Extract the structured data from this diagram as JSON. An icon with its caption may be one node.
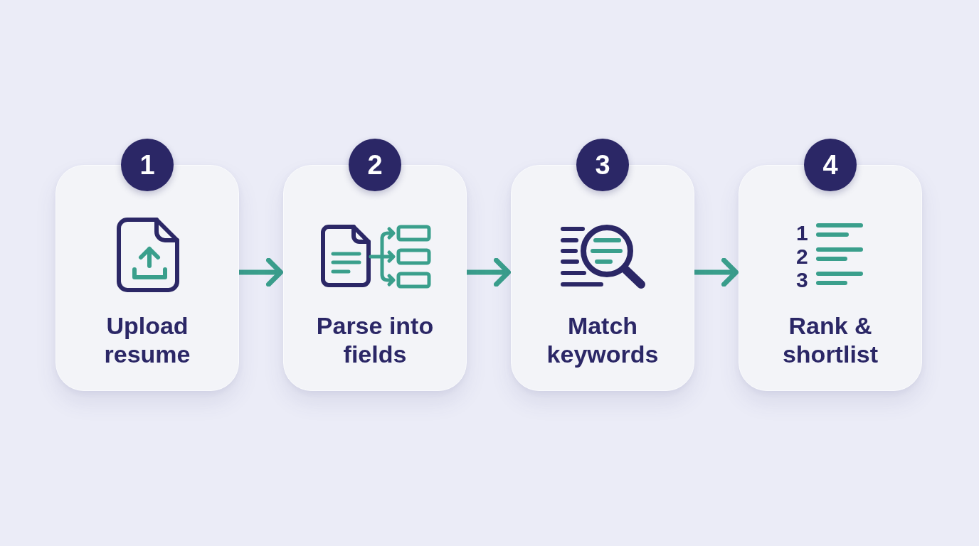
{
  "diagram": {
    "nodes": [
      {
        "text": [
          "1"
        ]
      },
      {
        "text": [
          "Upload resume"
        ]
      },
      {
        "text": [
          "2"
        ]
      },
      {
        "text": [
          "Parse into fields"
        ]
      },
      {
        "text": [
          "3"
        ]
      },
      {
        "text": [
          "Match keywords"
        ]
      },
      {
        "text": [
          "4"
        ]
      },
      {
        "text": [
          "Rank & shortlist"
        ]
      }
    ],
    "edges": [
      {
        "from": 1,
        "to": 3,
        "arrow": "to"
      },
      {
        "from": 3,
        "to": 5,
        "arrow": "to"
      },
      {
        "from": 5,
        "to": 7,
        "arrow": "to"
      }
    ],
    "labels": [
      "1",
      "2",
      "3"
    ]
  }
}
